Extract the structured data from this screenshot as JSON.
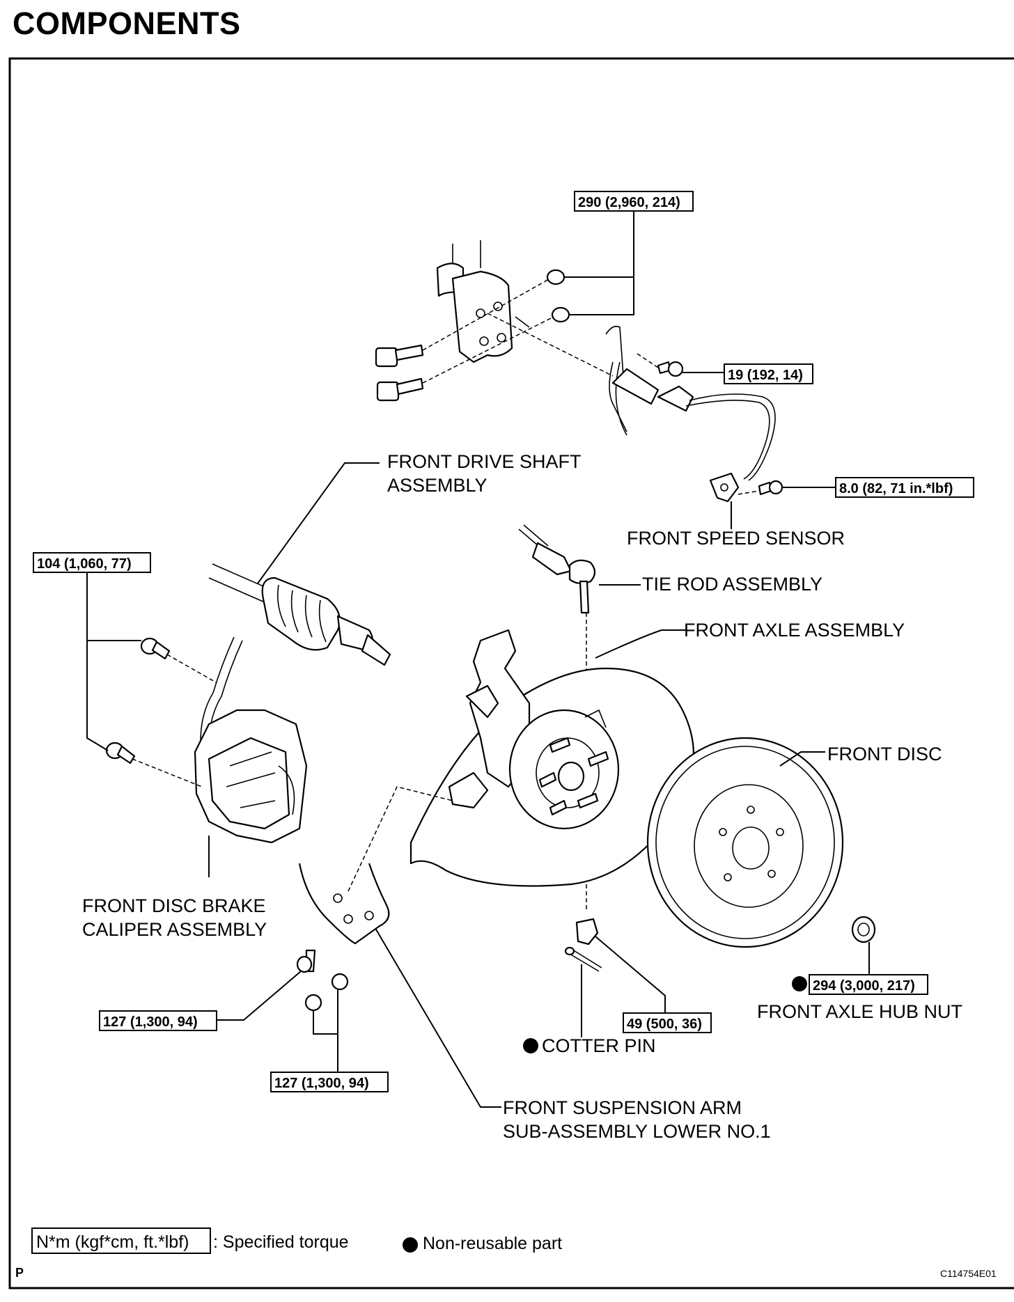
{
  "title": "COMPONENTS",
  "labels": {
    "front_drive_shaft_1": "FRONT DRIVE SHAFT",
    "front_drive_shaft_2": "ASSEMBLY",
    "front_speed_sensor": "FRONT SPEED SENSOR",
    "tie_rod": "TIE ROD ASSEMBLY",
    "front_axle": "FRONT AXLE ASSEMBLY",
    "front_disc": "FRONT DISC",
    "caliper_1": "FRONT DISC BRAKE",
    "caliper_2": "CALIPER ASSEMBLY",
    "cotter_pin": "COTTER PIN",
    "hub_nut": "FRONT AXLE HUB NUT",
    "lower_arm_1": "FRONT SUSPENSION ARM",
    "lower_arm_2": "SUB-ASSEMBLY LOWER NO.1"
  },
  "torques": {
    "strut_nuts": "290 (2,960, 214)",
    "sensor_bracket_bolt": "19 (192, 14)",
    "speed_sensor_bolt": "8.0 (82, 71 in.*lbf)",
    "caliper_bolts": "104 (1,060, 77)",
    "arm_bolt": "127 (1,300, 94)",
    "arm_nuts": "127 (1,300, 94)",
    "tie_rod_nut": "49 (500, 36)",
    "hub_nut": "294 (3,000, 217)"
  },
  "legend": {
    "torque_unit": "N*m (kgf*cm, ft.*lbf)",
    "torque_text": ": Specified torque",
    "nonreusable_text": "Non-reusable part"
  },
  "footer": {
    "left_mark": "P",
    "figure_id": "C114754E01"
  }
}
